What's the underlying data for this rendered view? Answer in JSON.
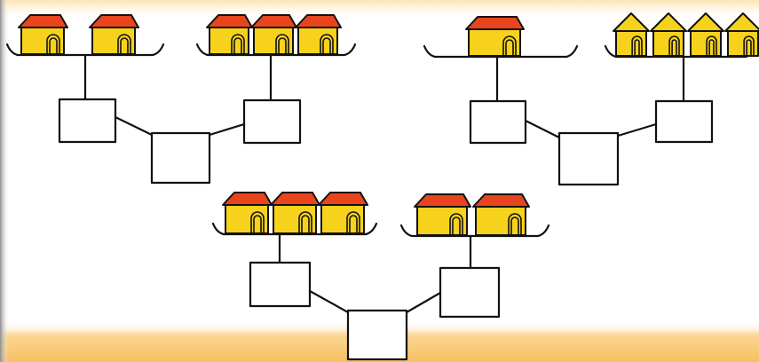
{
  "diagram": {
    "kind": "house-addition-trees",
    "colors": {
      "wall": "#f7d21c",
      "roof": "#e8451e",
      "top_band": "#fdf1d4",
      "bottom_band": "#f9c870",
      "edge_shadow": "#9c9c9c"
    },
    "trees": [
      {
        "id": "tree-left",
        "groups": [
          {
            "houses": 2,
            "roof": "red"
          },
          {
            "houses": 3,
            "roof": "red"
          }
        ],
        "answer_boxes": 3
      },
      {
        "id": "tree-right",
        "groups": [
          {
            "houses": 1,
            "roof": "red"
          },
          {
            "houses": 4,
            "roof": "yellow"
          }
        ],
        "answer_boxes": 3
      },
      {
        "id": "tree-bottom",
        "groups": [
          {
            "houses": 3,
            "roof": "red"
          },
          {
            "houses": 2,
            "roof": "red"
          }
        ],
        "answer_boxes": 3
      }
    ]
  }
}
